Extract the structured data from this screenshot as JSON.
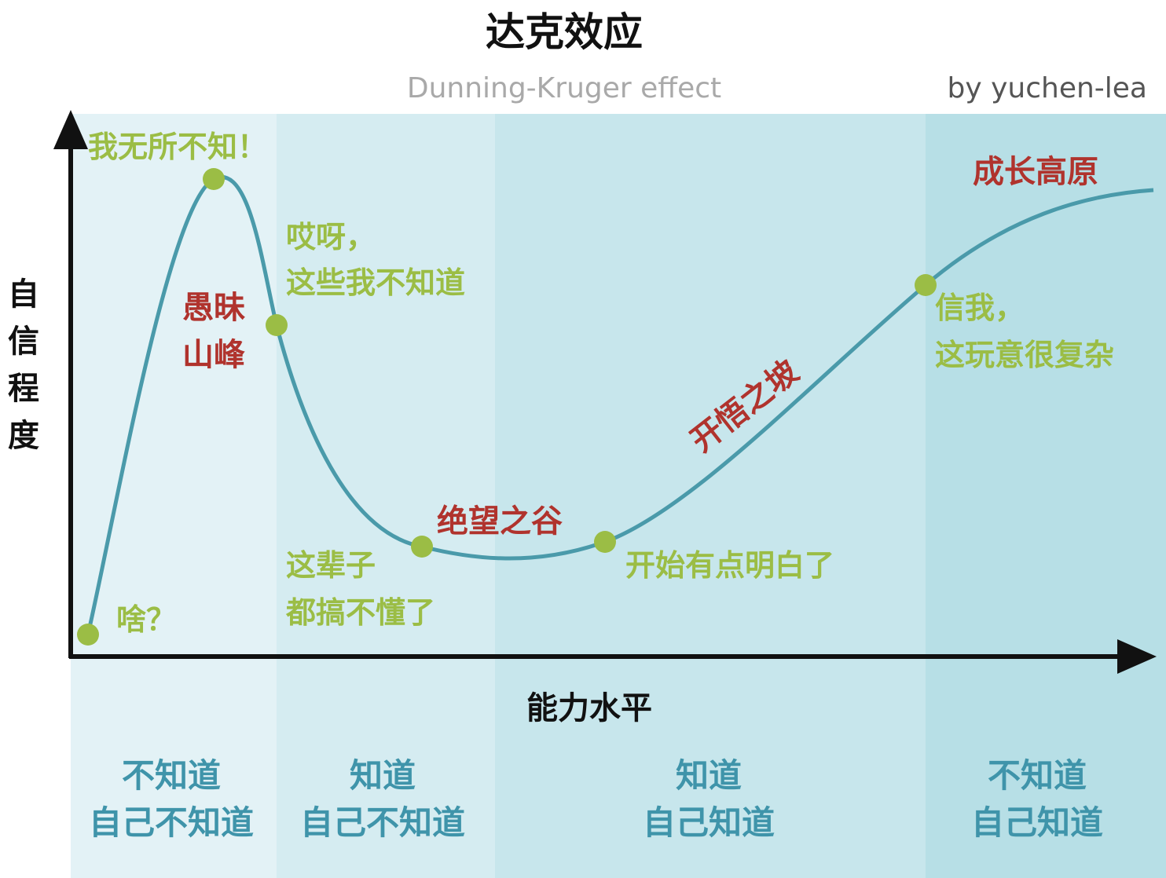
{
  "title": "达克效应",
  "subtitle": "Dunning-Kruger effect",
  "credit": "by yuchen-lea",
  "y_axis_label": [
    "自",
    "信",
    "程",
    "度"
  ],
  "x_axis_label": "能力水平",
  "colors": {
    "curve": "#4a9aaa",
    "point": "#9bbd45",
    "annotation_green": "#9bbd45",
    "annotation_red": "#b0332d",
    "quadrant_text": "#3f94aa",
    "band_1": "#e3f2f6",
    "band_2": "#d5ecf1",
    "band_3": "#c7e6ec",
    "band_4": "#b7dfe6"
  },
  "stages": {
    "peak": [
      "愚昧",
      "山峰"
    ],
    "valley": "绝望之谷",
    "slope": "开悟之坡",
    "plateau": "成长高原"
  },
  "annotations": {
    "start": "啥？",
    "top": "我无所不知！",
    "decline": [
      "哎呀，",
      "这些我不知道"
    ],
    "bottom": [
      "这辈子",
      "都搞不懂了"
    ],
    "rise": "开始有点明白了",
    "late": [
      "信我，",
      "这玩意很复杂"
    ]
  },
  "quadrants": [
    [
      "不知道",
      "自己不知道"
    ],
    [
      "知道",
      "自己不知道"
    ],
    [
      "知道",
      "自己知道"
    ],
    [
      "不知道",
      "自己知道"
    ]
  ]
}
